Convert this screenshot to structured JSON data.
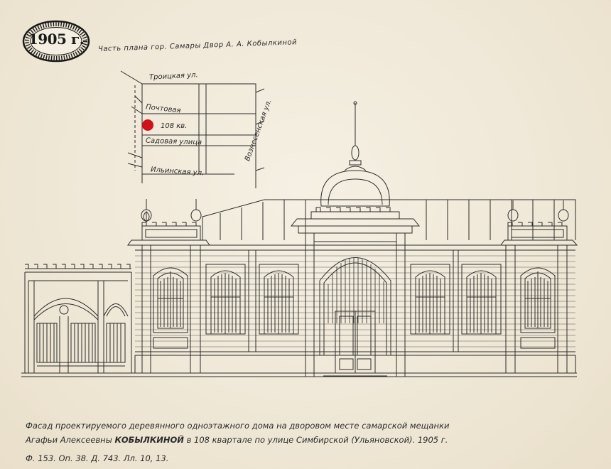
{
  "stamp": {
    "year": "1905 г."
  },
  "plan": {
    "title": "Часть плана гор. Самары   Двор А. А. Кобылкиной",
    "labels": {
      "street_top": "Троицкая ул.",
      "street_mid1": "Почтовая",
      "quarter": "108 кв.",
      "street_mid2": "Садовая улица",
      "street_bottom": "Ильинская ул.",
      "street_right": "Вознесенская ул."
    }
  },
  "caption": {
    "line1": "Фасад проектируемого деревянного одноэтажного дома на дворовом месте самарской мещанки",
    "line2_a": "Агафьи Алексеевны ",
    "line2_bold": "КОБЫЛКИНОЙ",
    "line2_b": " в 108 квартале по улице Симбирской (Ульяновской). 1905 г.",
    "ref": "Ф. 153. Оп. 38. Д. 743. Лл. 10, 13."
  },
  "colors": {
    "paper": "#f1ebdc",
    "ink": "#2b2b2b",
    "marker": "#d0101a"
  }
}
